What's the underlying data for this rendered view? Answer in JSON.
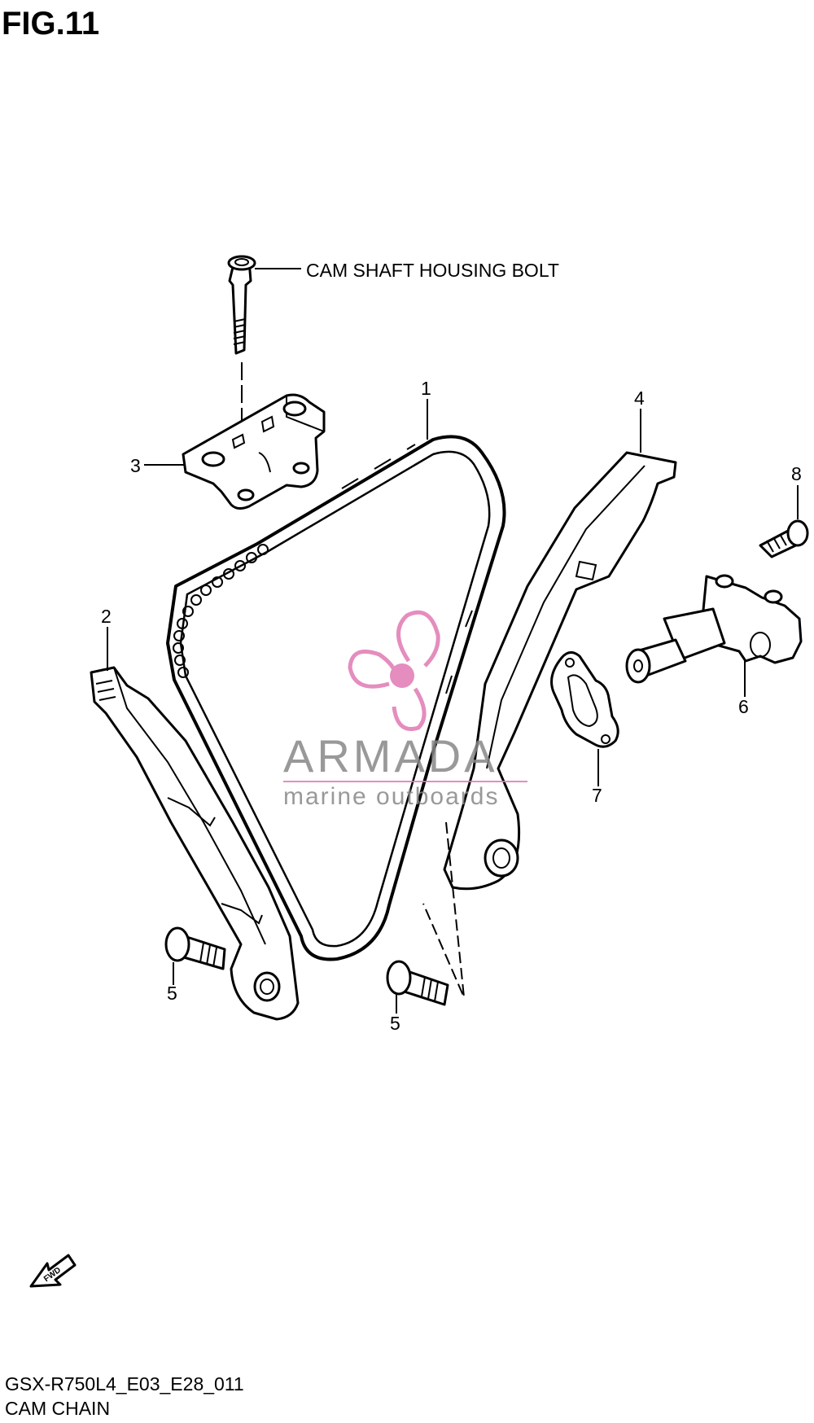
{
  "figure": {
    "title": "FIG.11",
    "drawing_code": "GSX-R750L4_E03_E28_011",
    "caption": "CAM CHAIN"
  },
  "callouts": {
    "cam_shaft_housing_bolt": "CAM SHAFT HOUSING BOLT",
    "part_1": "1",
    "part_2": "2",
    "part_3": "3",
    "part_4": "4",
    "part_5_left": "5",
    "part_5_center": "5",
    "part_6": "6",
    "part_7": "7",
    "part_8": "8"
  },
  "fwd_arrow": {
    "label": "FWD"
  },
  "watermark": {
    "brand": "ARMADA",
    "tagline": "marine outboards",
    "color_main": "#888888",
    "color_accent": "#e07ab3"
  }
}
